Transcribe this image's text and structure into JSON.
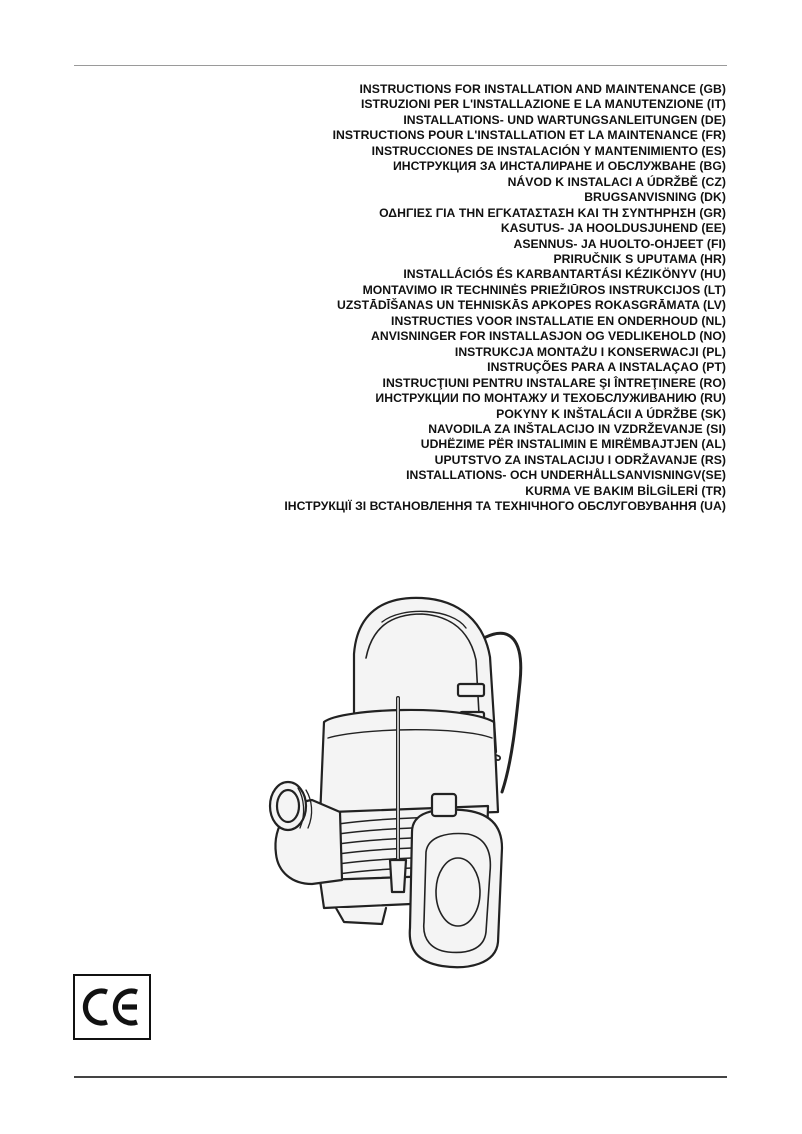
{
  "titles": [
    "INSTRUCTIONS FOR INSTALLATION AND MAINTENANCE (GB)",
    "ISTRUZIONI PER L'INSTALLAZIONE E LA MANUTENZIONE (IT)",
    "INSTALLATIONS- UND WARTUNGSANLEITUNGEN (DE)",
    "INSTRUCTIONS POUR L'INSTALLATION ET LA MAINTENANCE (FR)",
    "INSTRUCCIONES DE INSTALACIÓN Y MANTENIMIENTO (ES)",
    "ИНСТРУКЦИЯ ЗА ИНСТАЛИРАНЕ И ОБСЛУЖВАНЕ (BG)",
    "NÁVOD K INSTALACI A ÚDRŽBĚ (CZ)",
    "BRUGSANVISNING (DK)",
    "ΟΔΗΓΙΕΣ ΓΙΑ ΤΗΝ ΕΓΚΑΤΑΣΤΑΣΗ ΚΑΙ ΤΗ ΣΥΝΤΗΡΗΣΗ (GR)",
    "KASUTUS- JA HOOLDUSJUHEND (EE)",
    "ASENNUS- JA HUOLTO-OHJEET (FI)",
    "PRIRUČNIK S UPUTAMA (HR)",
    "INSTALLÁCIÓS ÉS KARBANTARTÁSI KÉZIKÖNYV (HU)",
    "MONTAVIMO IR TECHNINĖS PRIEŽIŪROS INSTRUKCIJOS (LT)",
    "UZSTĀDĪŠANAS UN TEHNISKĀS APKOPES ROKASGRĀMATA (LV)",
    "INSTRUCTIES VOOR INSTALLATIE EN ONDERHOUD (NL)",
    "ANVISNINGER FOR INSTALLASJON OG VEDLIKEHOLD (NO)",
    "INSTRUKCJA MONTAŻU I KONSERWACJI (PL)",
    "INSTRUÇÕES PARA A INSTALAÇAO (PT)",
    "INSTRUCŢIUNI PENTRU INSTALARE ŞI ÎNTREŢINERE (RO)",
    "ИНСТРУКЦИИ ПО МОНТАЖУ И ТЕХОБСЛУЖИВАНИЮ (RU)",
    "POKYNY K INŠTALÁCII A ÚDRŽBE (SK)",
    "NAVODILA ZA INŠTALACIJO IN VZDRŽEVANJE (SI)",
    "UDHËZIME PËR INSTALIMIN E MIRËMBAJTJEN (AL)",
    "UPUTSTVO ZA INSTALACIJU I ODRŽAVANJE (RS)",
    "INSTALLATIONS- OCH UNDERHÅLLSANVISNINGV(SE)",
    "KURMA VE BAKIM BİLGİLERİ (TR)",
    "ІНСТРУКЦІЇ ЗІ ВСТАНОВЛЕННЯ ТА ТЕХНІЧНОГО ОБСЛУГОВУВАННЯ (UA)"
  ],
  "mark": "CE",
  "colors": {
    "ink": "#111111",
    "rule": "#444444",
    "pump_fill": "#f4f4f4"
  }
}
